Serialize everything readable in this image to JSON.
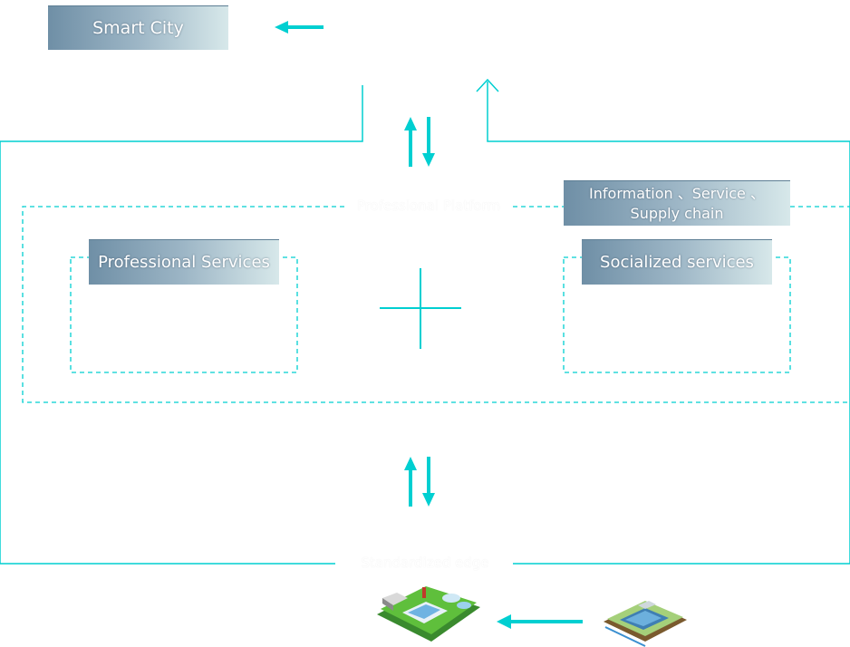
{
  "labels": {
    "smart_city": "Smart City",
    "professional_services": "Professional Services",
    "socialized_services": "Socialized services",
    "info_service_supply": "Information 、Service 、\nSupply chain",
    "professional_platform": "Professional Platform",
    "standardized_edge": "Standardized edge"
  },
  "colors": {
    "accent": "#00CFD1",
    "box_dark": "#6f8fa6",
    "box_light": "#d7e8ea"
  },
  "icons": [
    "arrow-left-icon",
    "arrow-up-icon",
    "exchange-arrows-icon",
    "plus-icon",
    "facility-icon",
    "plant-icon"
  ]
}
